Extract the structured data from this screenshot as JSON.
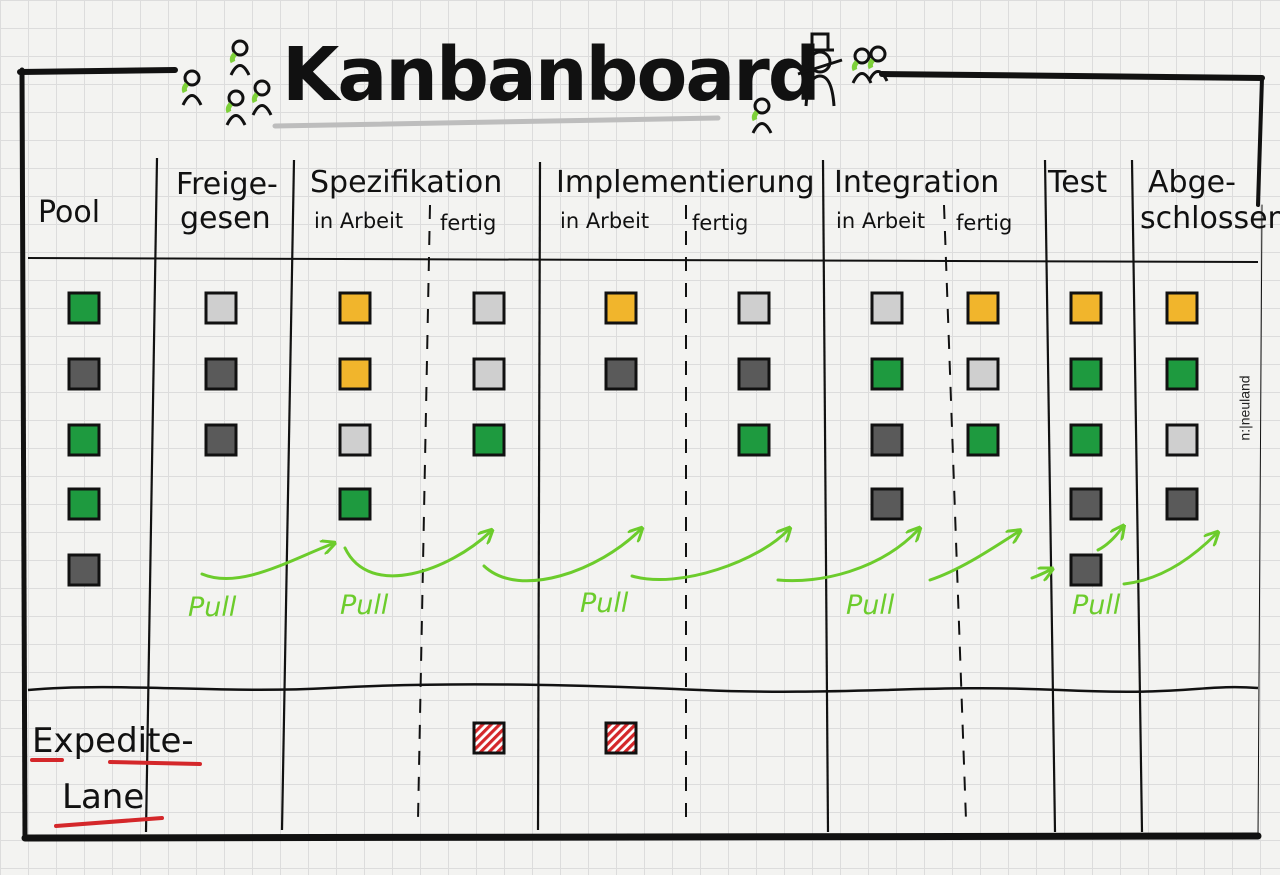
{
  "title": "Kanbanboard",
  "brand": "n:|neuland",
  "columns": {
    "pool": "Pool",
    "freigegeben_1": "Freige-",
    "freigegeben_2": "gesen",
    "spezifikation": "Spezifikation",
    "implementierung": "Implementierung",
    "integration": "Integration",
    "test": "Test",
    "abgeschlossen_1": "Abge-",
    "abgeschlossen_2": "schlossen"
  },
  "subcolumns": {
    "spec_in_arbeit": "in Arbeit",
    "spec_fertig": "fertig",
    "impl_in_arbeit": "in Arbeit",
    "impl_fertig": "fertig",
    "integ_in_arbeit": "in Arbeit",
    "integ_fertig": "fertig"
  },
  "pull_label": "Pull",
  "expedite": {
    "line1": "Expedite-",
    "line2": "Lane"
  },
  "colors": {
    "green": "#1e9a3f",
    "dark_gray": "#5a5a5a",
    "light_gray": "#cfcfcf",
    "yellow": "#f1b52c",
    "red": "#d4272a",
    "arrow_green": "#6ccc2c",
    "ink": "#111111",
    "people_green": "#7ed13a"
  },
  "cards": [
    {
      "col": "pool",
      "row": 1,
      "color": "green"
    },
    {
      "col": "pool",
      "row": 2,
      "color": "dark_gray"
    },
    {
      "col": "pool",
      "row": 3,
      "color": "green"
    },
    {
      "col": "pool",
      "row": 4,
      "color": "green"
    },
    {
      "col": "pool",
      "row": 5,
      "color": "dark_gray"
    },
    {
      "col": "freigegeben",
      "row": 1,
      "color": "light_gray"
    },
    {
      "col": "freigegeben",
      "row": 2,
      "color": "dark_gray"
    },
    {
      "col": "freigegeben",
      "row": 3,
      "color": "dark_gray"
    },
    {
      "col": "spec_in_arbeit",
      "row": 1,
      "color": "yellow"
    },
    {
      "col": "spec_in_arbeit",
      "row": 2,
      "color": "yellow"
    },
    {
      "col": "spec_in_arbeit",
      "row": 3,
      "color": "light_gray"
    },
    {
      "col": "spec_in_arbeit",
      "row": 4,
      "color": "green"
    },
    {
      "col": "spec_fertig",
      "row": 1,
      "color": "light_gray"
    },
    {
      "col": "spec_fertig",
      "row": 2,
      "color": "light_gray"
    },
    {
      "col": "spec_fertig",
      "row": 3,
      "color": "green"
    },
    {
      "col": "impl_in_arbeit",
      "row": 1,
      "color": "yellow"
    },
    {
      "col": "impl_in_arbeit",
      "row": 2,
      "color": "dark_gray"
    },
    {
      "col": "impl_fertig",
      "row": 1,
      "color": "light_gray"
    },
    {
      "col": "impl_fertig",
      "row": 2,
      "color": "dark_gray"
    },
    {
      "col": "impl_fertig",
      "row": 3,
      "color": "green"
    },
    {
      "col": "integ_in_arbeit",
      "row": 1,
      "color": "light_gray"
    },
    {
      "col": "integ_in_arbeit",
      "row": 2,
      "color": "green"
    },
    {
      "col": "integ_in_arbeit",
      "row": 3,
      "color": "dark_gray"
    },
    {
      "col": "integ_in_arbeit",
      "row": 4,
      "color": "dark_gray"
    },
    {
      "col": "integ_fertig",
      "row": 1,
      "color": "yellow"
    },
    {
      "col": "integ_fertig",
      "row": 2,
      "color": "light_gray"
    },
    {
      "col": "integ_fertig",
      "row": 3,
      "color": "green"
    },
    {
      "col": "test",
      "row": 1,
      "color": "yellow"
    },
    {
      "col": "test",
      "row": 2,
      "color": "green"
    },
    {
      "col": "test",
      "row": 3,
      "color": "green"
    },
    {
      "col": "test",
      "row": 4,
      "color": "dark_gray"
    },
    {
      "col": "test",
      "row": 5,
      "color": "dark_gray"
    },
    {
      "col": "abgeschlossen",
      "row": 1,
      "color": "yellow"
    },
    {
      "col": "abgeschlossen",
      "row": 2,
      "color": "green"
    },
    {
      "col": "abgeschlossen",
      "row": 3,
      "color": "light_gray"
    },
    {
      "col": "abgeschlossen",
      "row": 4,
      "color": "dark_gray"
    }
  ],
  "expedite_cards": [
    {
      "col": "spec_fertig",
      "color": "red"
    },
    {
      "col": "impl_in_arbeit",
      "color": "red"
    }
  ]
}
